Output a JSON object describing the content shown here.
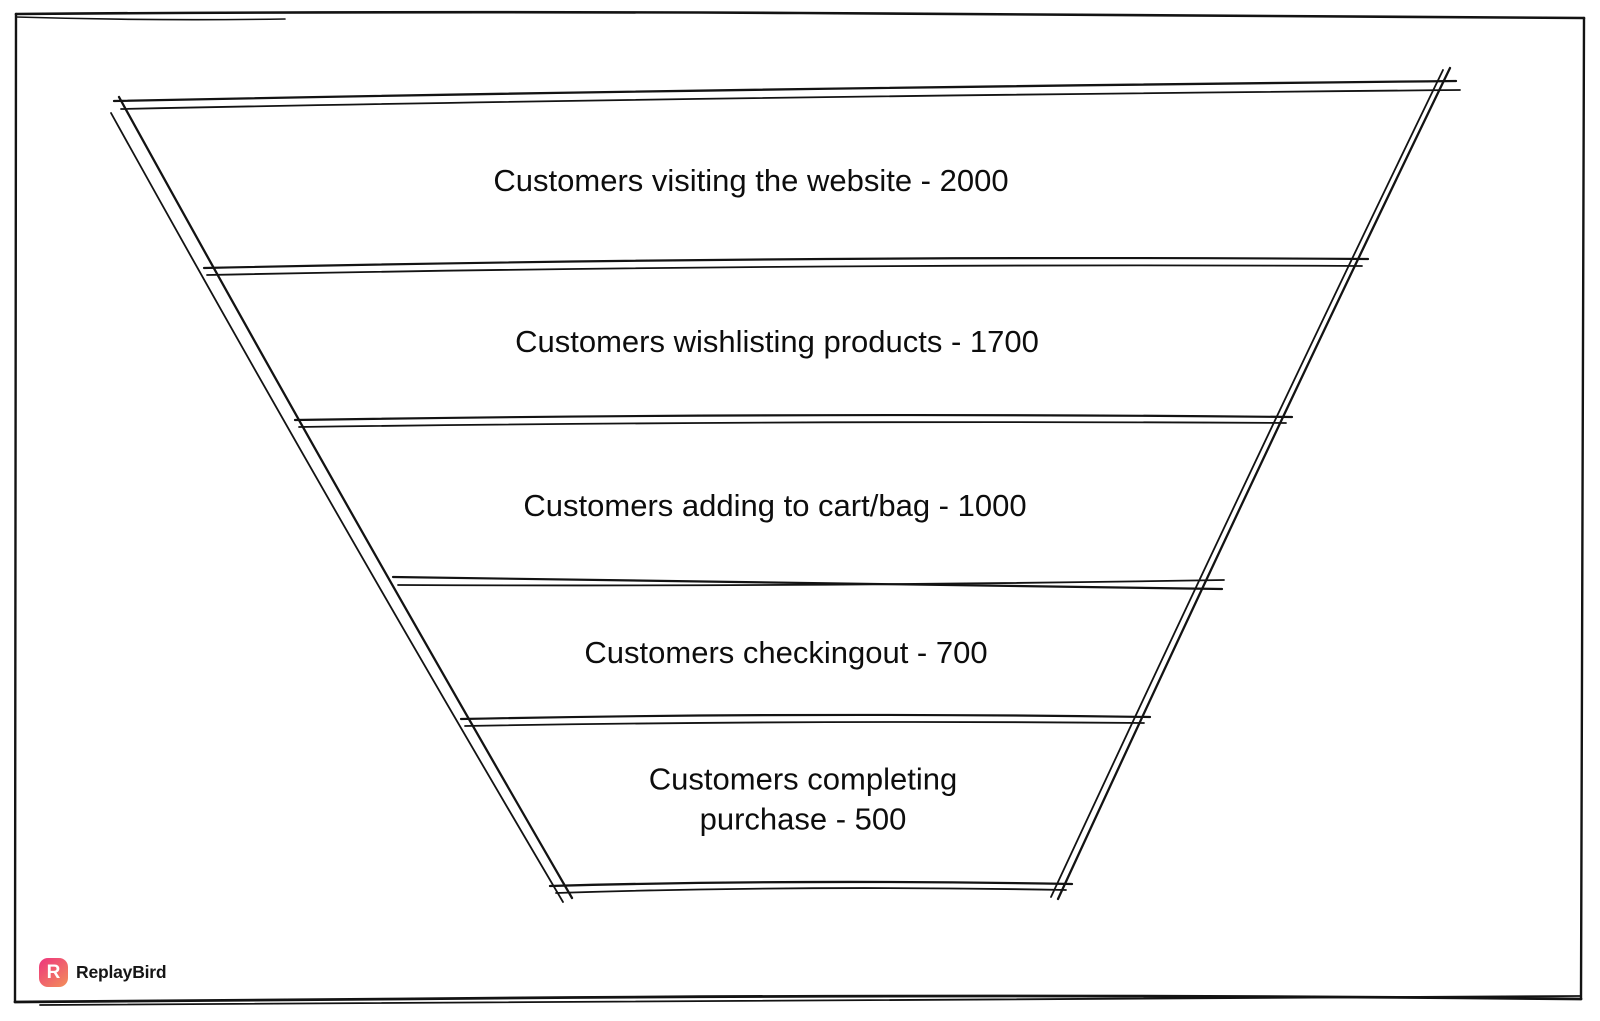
{
  "page": {
    "background": "#ffffff",
    "ink_color": "#111111"
  },
  "chart_data": {
    "type": "funnel",
    "title": "",
    "orientation": "top-down, widest stage at top",
    "style": "hand-drawn double-stroked black outlines on white, no fills",
    "categories": [
      "Customers visiting the website",
      "Customers wishlisting products",
      "Customers adding to cart/bag",
      "Customers checkingout",
      "Customers completing purchase"
    ],
    "values": [
      2000,
      1700,
      1000,
      700,
      500
    ],
    "stages": [
      {
        "label": "Customers visiting the website",
        "value": 2000,
        "display": "Customers visiting the website - 2000"
      },
      {
        "label": "Customers wishlisting products",
        "value": 1700,
        "display": "Customers wishlisting products - 1700"
      },
      {
        "label": "Customers adding to cart/bag",
        "value": 1000,
        "display": "Customers adding to cart/bag - 1000"
      },
      {
        "label": "Customers checkingout",
        "value": 700,
        "display": "Customers checkingout - 700"
      },
      {
        "label": "Customers completing purchase",
        "value": 500,
        "display": "Customers completing purchase - 500"
      }
    ]
  },
  "watermark": {
    "brand": "ReplayBird",
    "icon_letter": "R",
    "icon_color_top": "#ee3e7b",
    "icon_color_bottom": "#f28b5b",
    "text_color": "#161616"
  }
}
